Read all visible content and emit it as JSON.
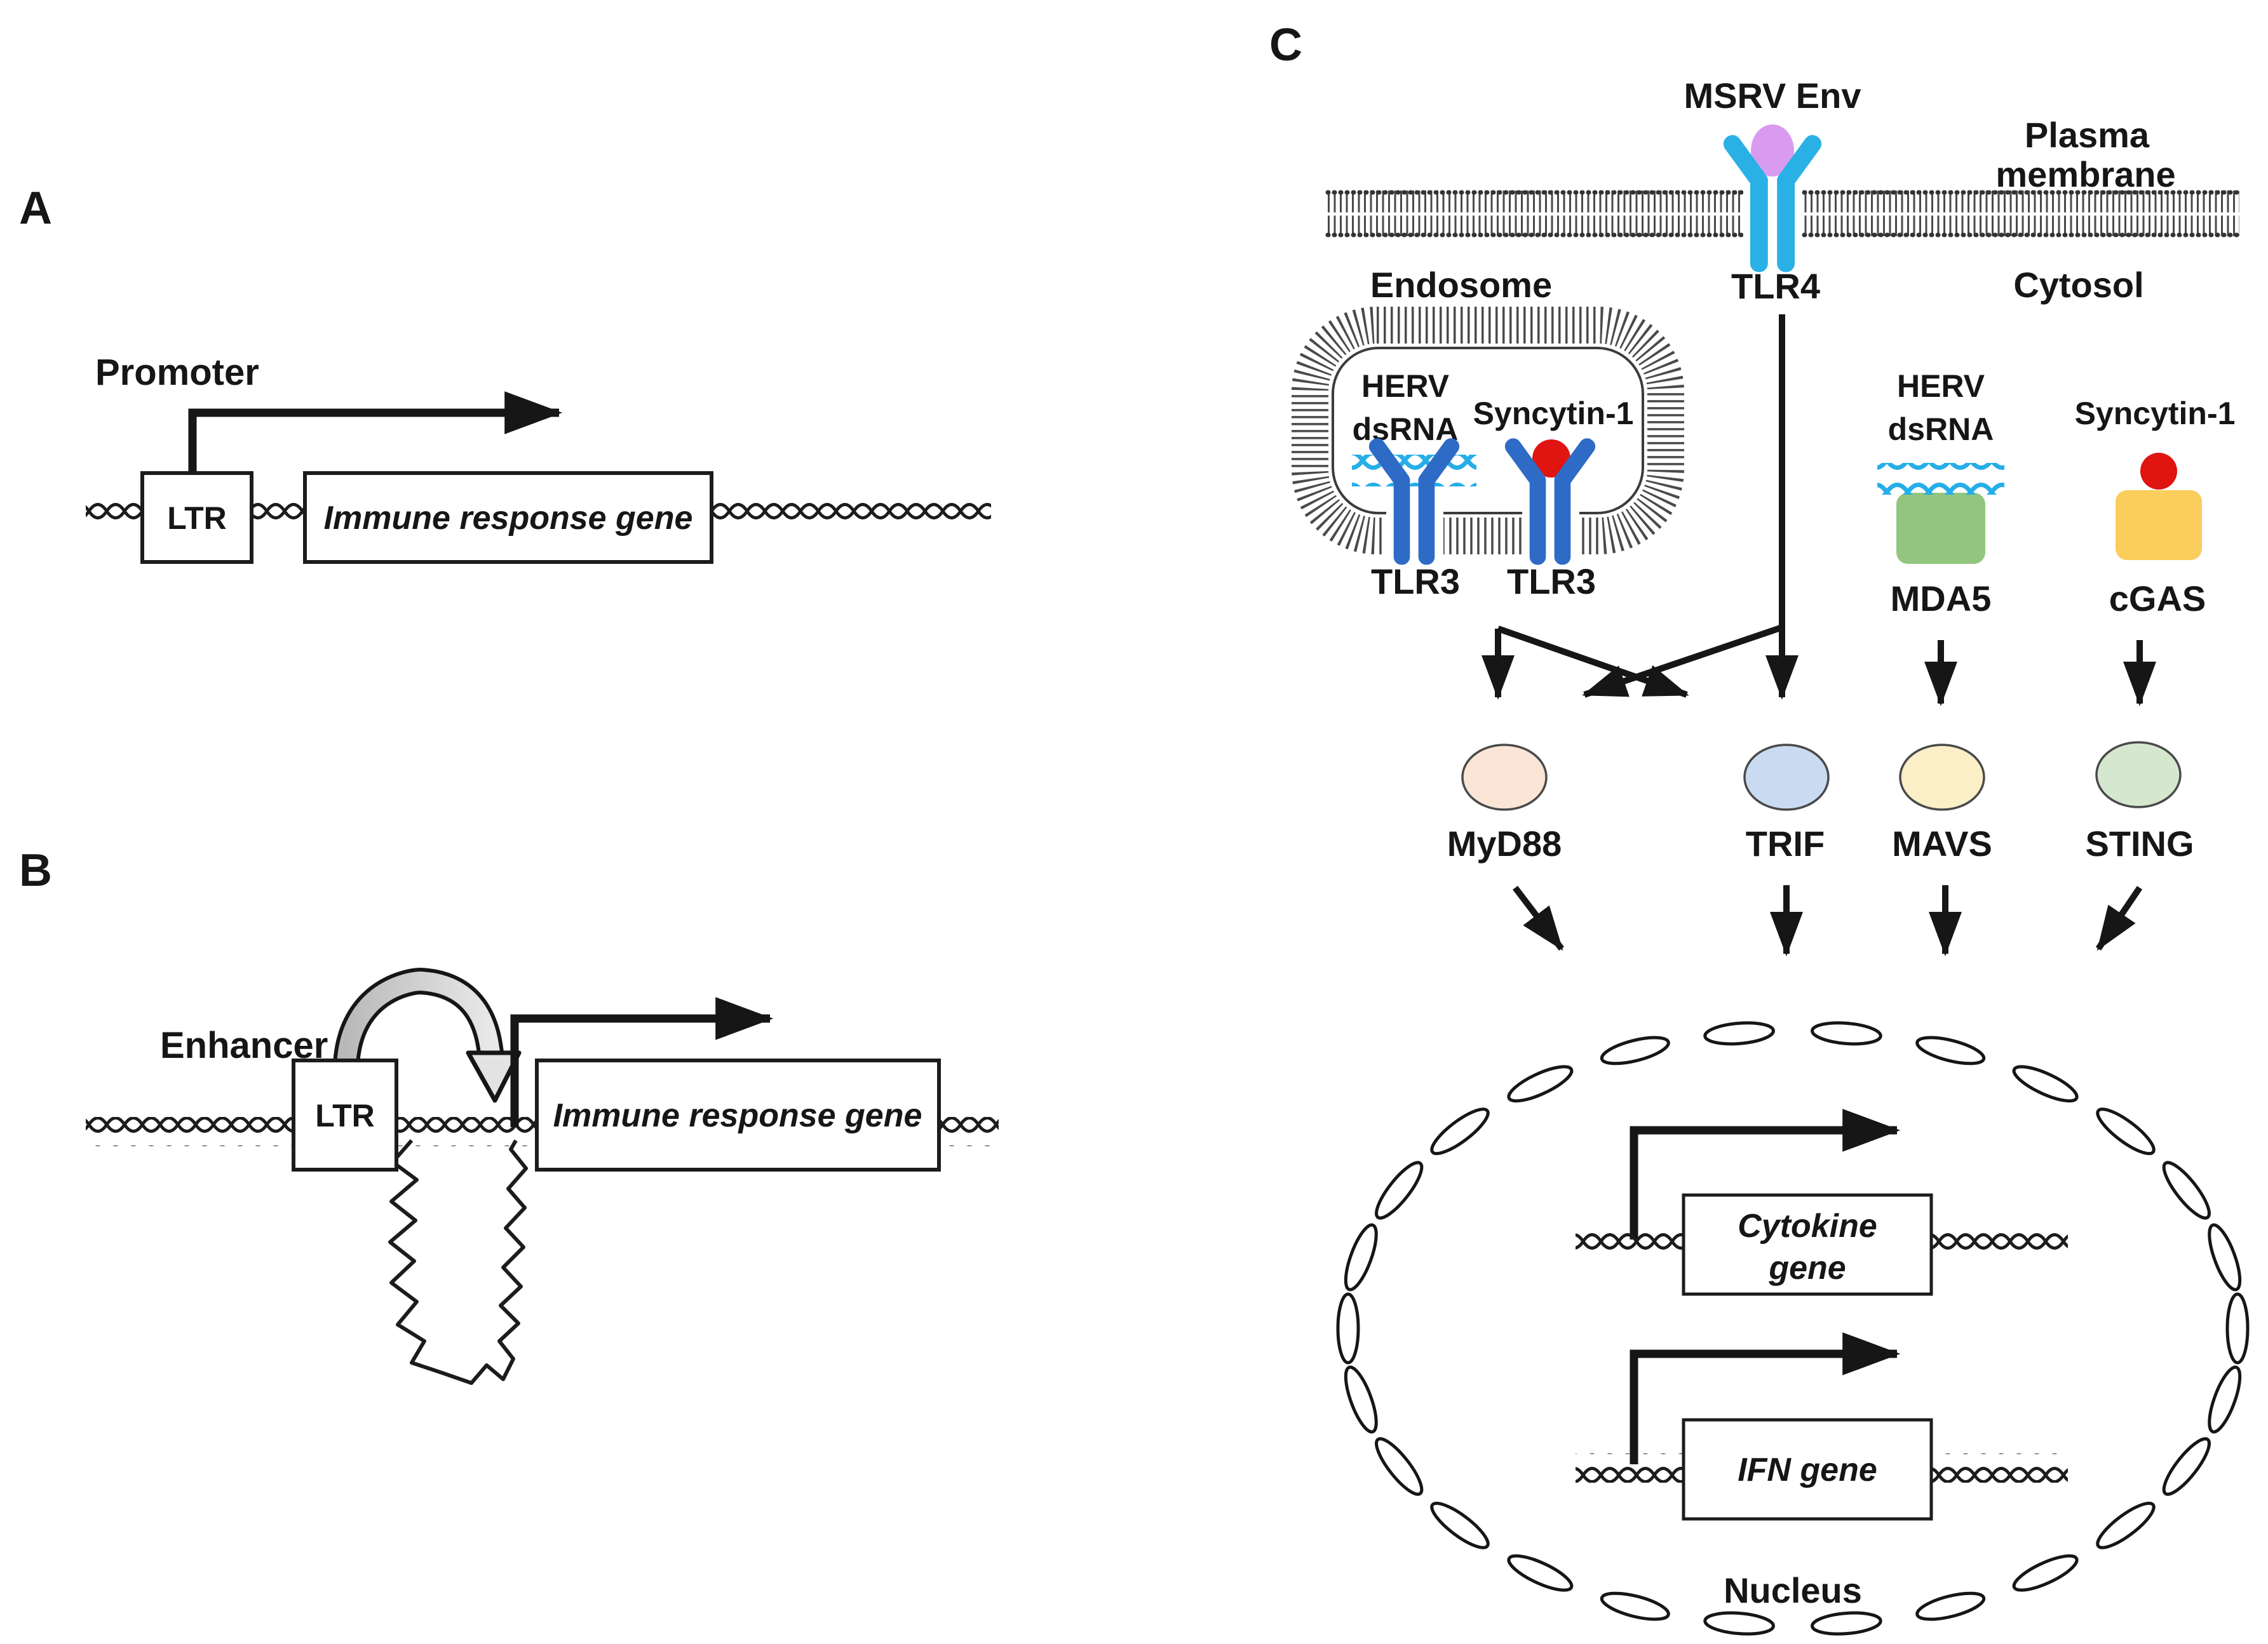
{
  "figure": {
    "panel_a": {
      "label": "A",
      "title": "Promoter",
      "ltr": "LTR",
      "gene": "Immune response gene"
    },
    "panel_b": {
      "label": "B",
      "title": "Enhancer",
      "ltr": "LTR",
      "gene": "Immune response gene"
    },
    "panel_c": {
      "label": "C",
      "msrv_env": "MSRV Env",
      "plasma_membrane_line1": "Plasma",
      "plasma_membrane_line2": "membrane",
      "endosome": "Endosome",
      "tlr4": "TLR4",
      "cytosol": "Cytosol",
      "endosome_herv_line1": "HERV",
      "endosome_herv_line2": "dsRNA",
      "endosome_syncytin": "Syncytin-1",
      "tlr3_left": "TLR3",
      "tlr3_right": "TLR3",
      "cytosol_herv_line1": "HERV",
      "cytosol_herv_line2": "dsRNA",
      "cytosol_syncytin": "Syncytin-1",
      "mda5": "MDA5",
      "cgas": "cGAS",
      "adaptors": [
        {
          "name": "MyD88",
          "fill": "#FBE5D6"
        },
        {
          "name": "TRIF",
          "fill": "#C9DBF0"
        },
        {
          "name": "MAVS",
          "fill": "#FBEFC8"
        },
        {
          "name": "STING",
          "fill": "#D5E8CF"
        }
      ],
      "cytokine_gene_line1": "Cytokine",
      "cytokine_gene_line2": "gene",
      "ifn_gene": "IFN gene",
      "nucleus": "Nucleus"
    },
    "colors": {
      "tlr4_receptor": "#29B1E6",
      "msrv_env_ligand": "#D99BF0",
      "tlr3_receptor": "#2E6BC6",
      "dsrna": "#25AEE8",
      "syncytin_ligand": "#E01410",
      "mda5_sensor": "#92C67E",
      "cgas_sensor": "#FACD5C",
      "line": "#161616",
      "membrane": "#4A4A4A",
      "enhancer_arc": "#D8D8D8"
    }
  }
}
